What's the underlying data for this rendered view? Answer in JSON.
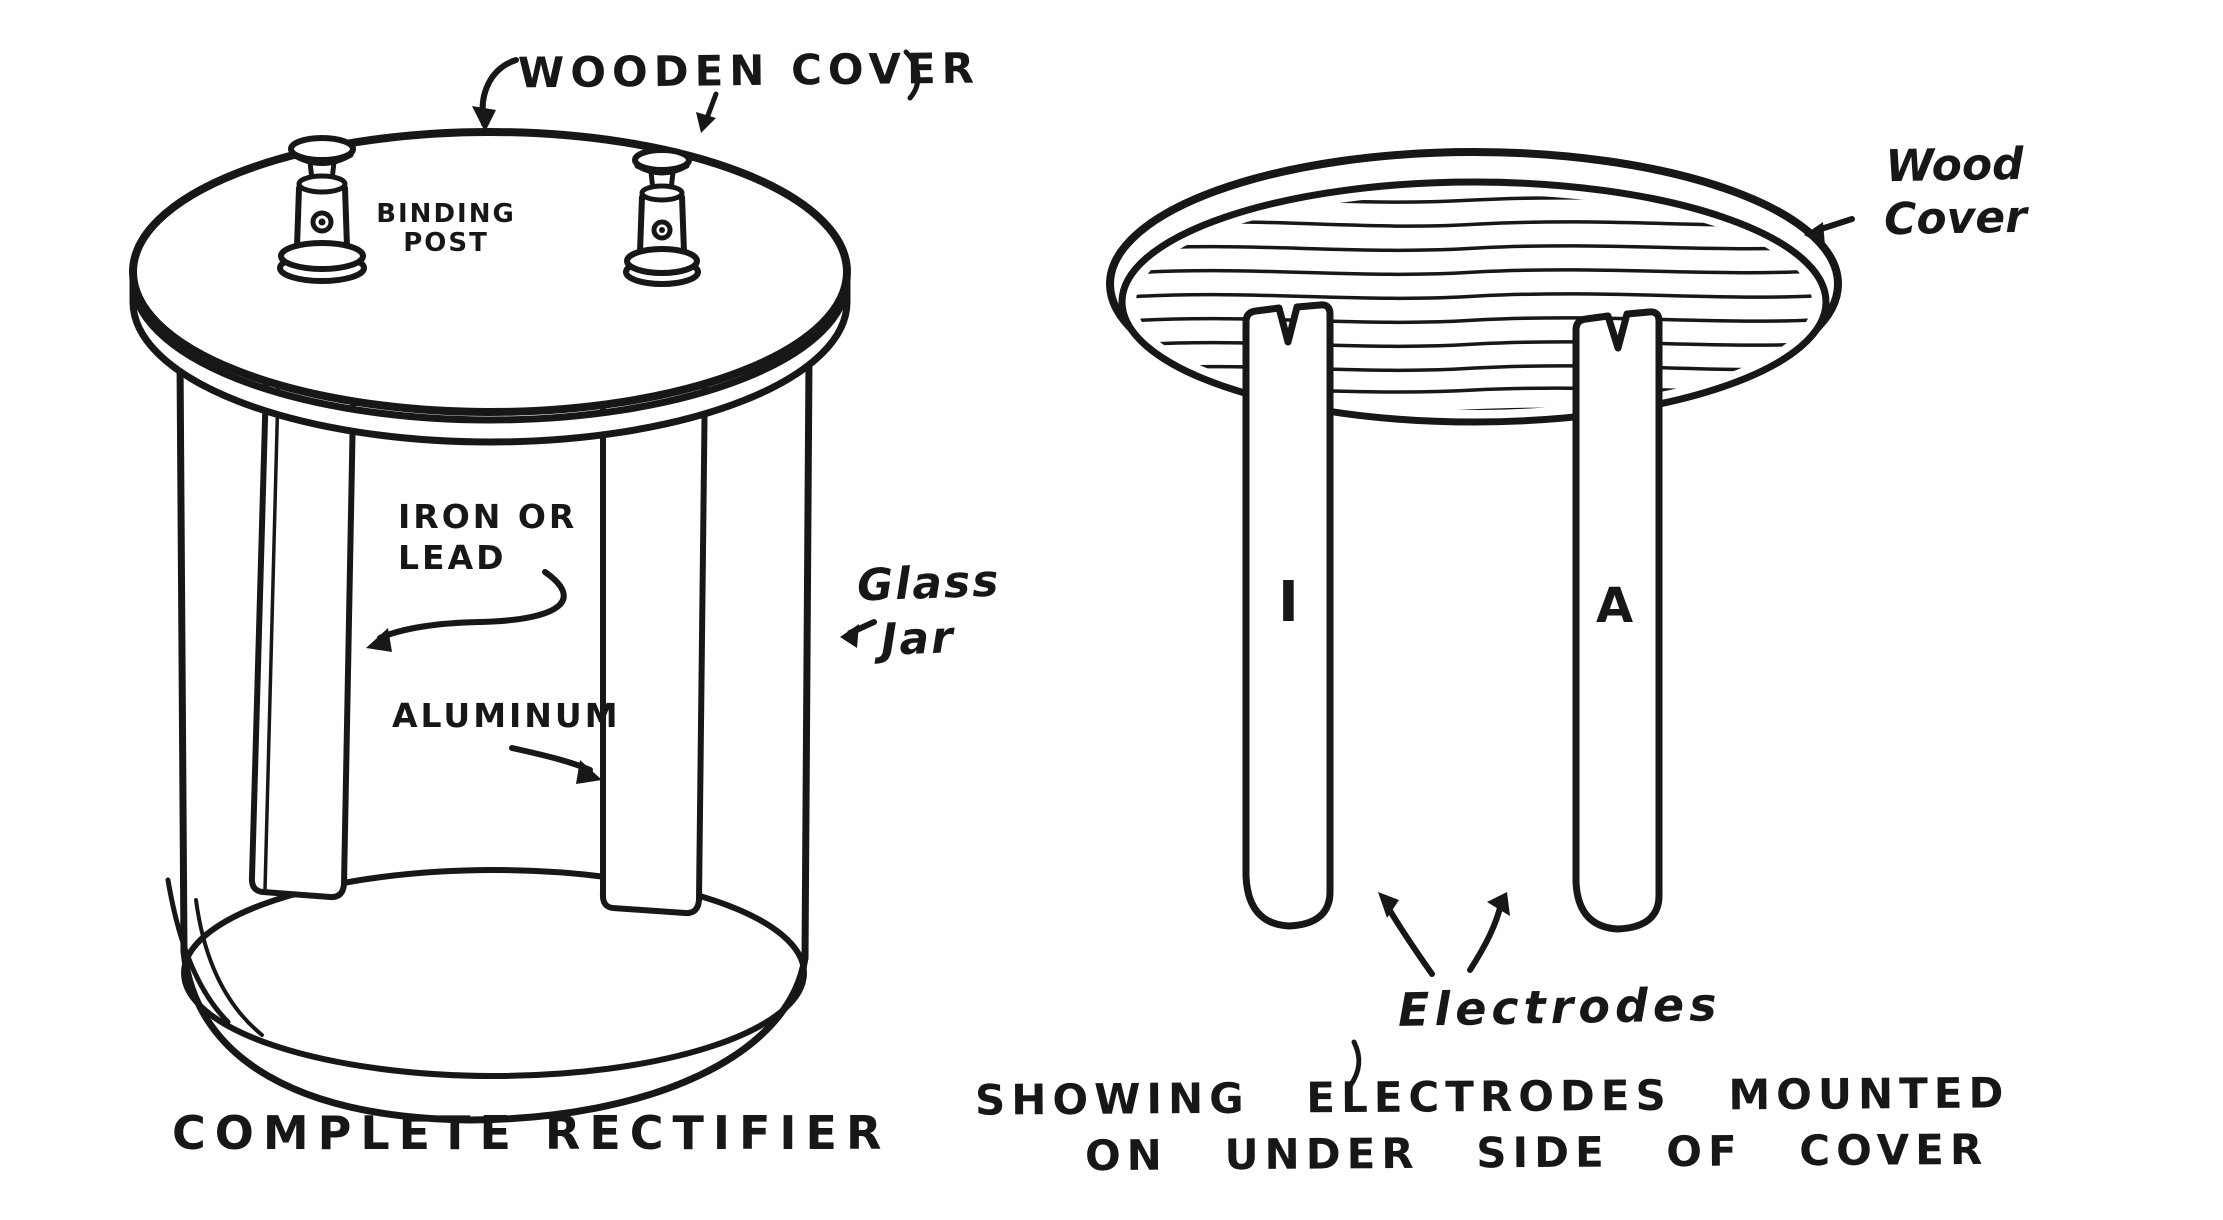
{
  "colors": {
    "background": "#ffffff",
    "ink": "#171717"
  },
  "left_figure": {
    "wooden_cover_label": "WOODEN COVER",
    "binding_post_label_line1": "BINDING",
    "binding_post_label_line2": "POST",
    "electrode_label_line1": "IRON OR",
    "electrode_label_line2": "LEAD",
    "aluminum_label": "ALUMINUM",
    "glass_jar_label_line1": "Glass",
    "glass_jar_label_line2": "Jar",
    "caption": "COMPLETE RECTIFIER"
  },
  "right_figure": {
    "wood_cover_label_line1": "Wood",
    "wood_cover_label_line2": "Cover",
    "left_electrode_letter": "I",
    "right_electrode_letter": "A",
    "electrodes_label": "Electrodes",
    "caption_line1": "SHOWING ELECTRODES MOUNTED",
    "caption_line2": "ON UNDER SIDE OF COVER"
  }
}
